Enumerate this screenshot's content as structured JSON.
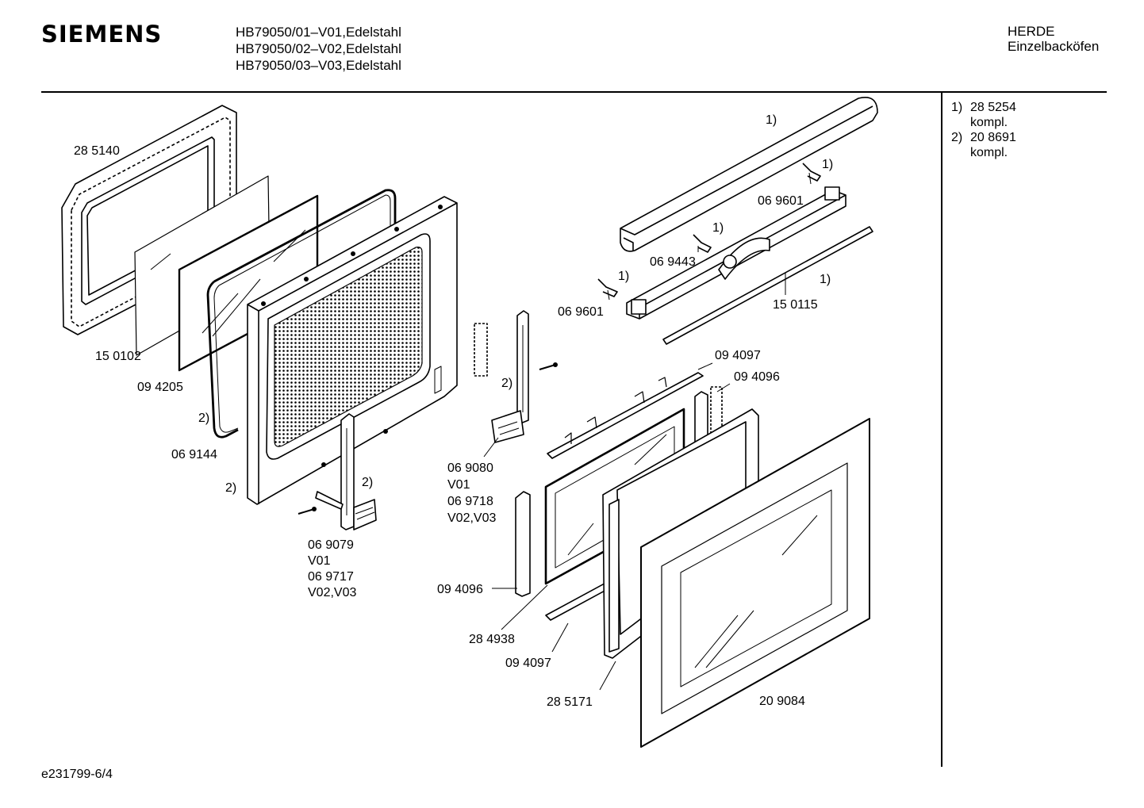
{
  "header": {
    "brand": "SIEMENS",
    "models": [
      "HB79050/01–V01,Edelstahl",
      "HB79050/02–V02,Edelstahl",
      "HB79050/03–V03,Edelstahl"
    ],
    "category": [
      "HERDE",
      "Einzelbacköfen"
    ]
  },
  "notes": [
    {
      "marker": "1)",
      "part": "28 5254",
      "sub": "kompl."
    },
    {
      "marker": "2)",
      "part": "20 8691",
      "sub": "kompl."
    }
  ],
  "footer": "e231799-6/4",
  "labels": {
    "p285140": "28 5140",
    "p150102": "15 0102",
    "p094205": "09 4205",
    "m2_seal": "2)",
    "p069144": "06 9144",
    "m2_door": "2)",
    "m2_hinge_left": "2)",
    "p069079": "06 9079",
    "v01_left": "V01",
    "p069717": "06 9717",
    "v0203_left": "V02,V03",
    "m2_hinge_mid": "2)",
    "p069080": "06 9080",
    "v01_mid": "V01",
    "p069718": "06 9718",
    "v0203_mid": "V02,V03",
    "m1_top": "1)",
    "m1_clip_r": "1)",
    "p069601_r": "06 9601",
    "m1_clip_mid": "1)",
    "p069443": "06 9443",
    "m1_clip_l": "1)",
    "p069601_l": "06 9601",
    "m1_strip": "1)",
    "p150115": "15 0115",
    "p094097_top": "09 4097",
    "p094096_top": "09 4096",
    "p094096_left": "09 4096",
    "p284938": "28 4938",
    "p094097_bot": "09 4097",
    "p285171": "28 5171",
    "p209084": "20 9084"
  }
}
